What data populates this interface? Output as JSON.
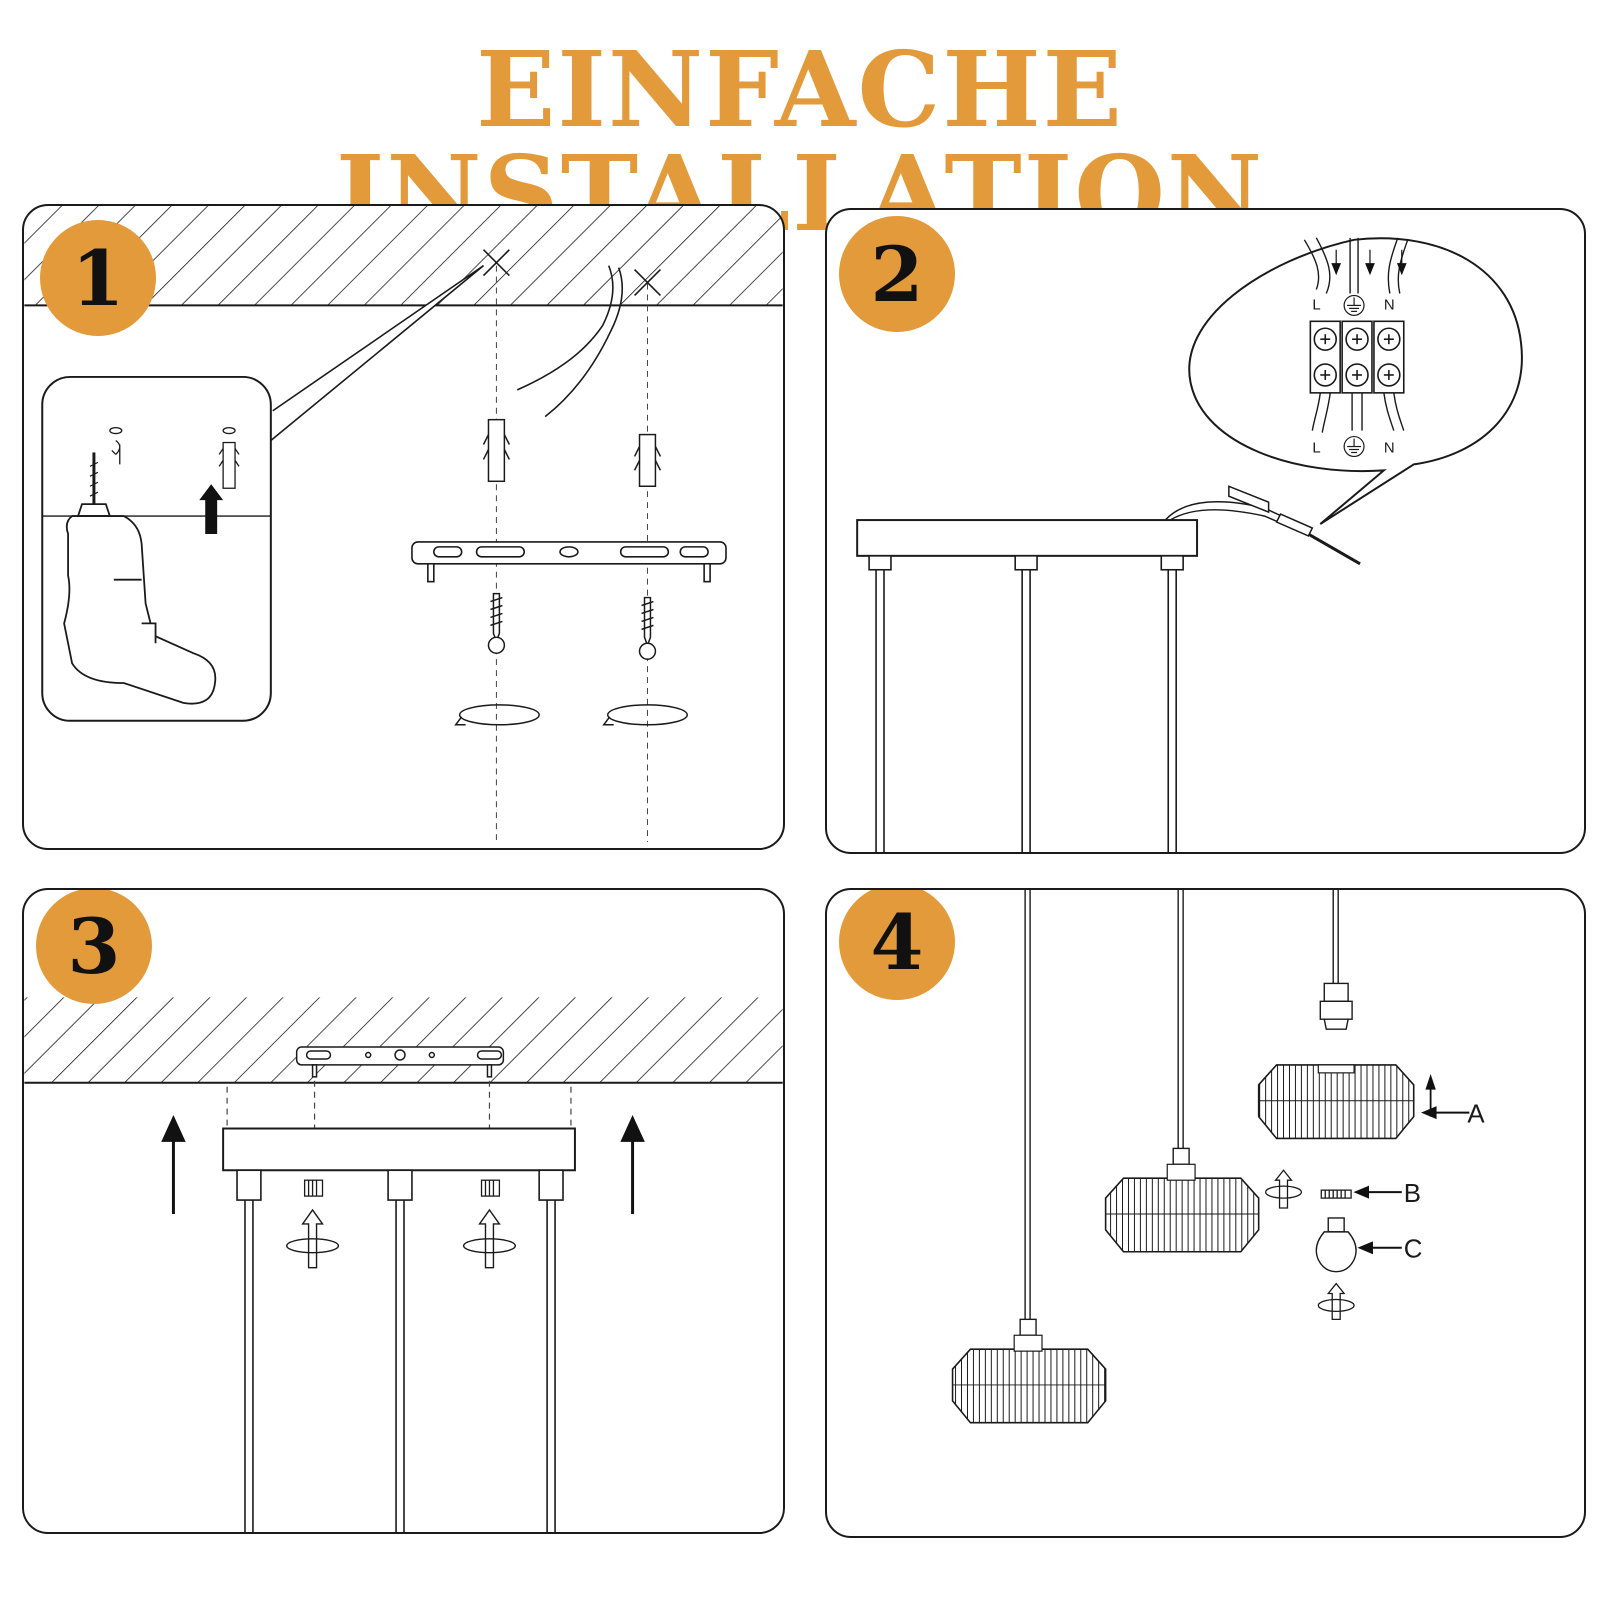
{
  "title": "EINFACHE INSTALLATION",
  "colors": {
    "accent": "#e39a3a",
    "line": "#1a1a1a"
  },
  "steps": [
    {
      "number": "1"
    },
    {
      "number": "2",
      "wiring_labels": {
        "live": "L",
        "neutral": "N"
      }
    },
    {
      "number": "3"
    },
    {
      "number": "4",
      "parts": {
        "a": "A",
        "b": "B",
        "c": "C"
      }
    }
  ]
}
